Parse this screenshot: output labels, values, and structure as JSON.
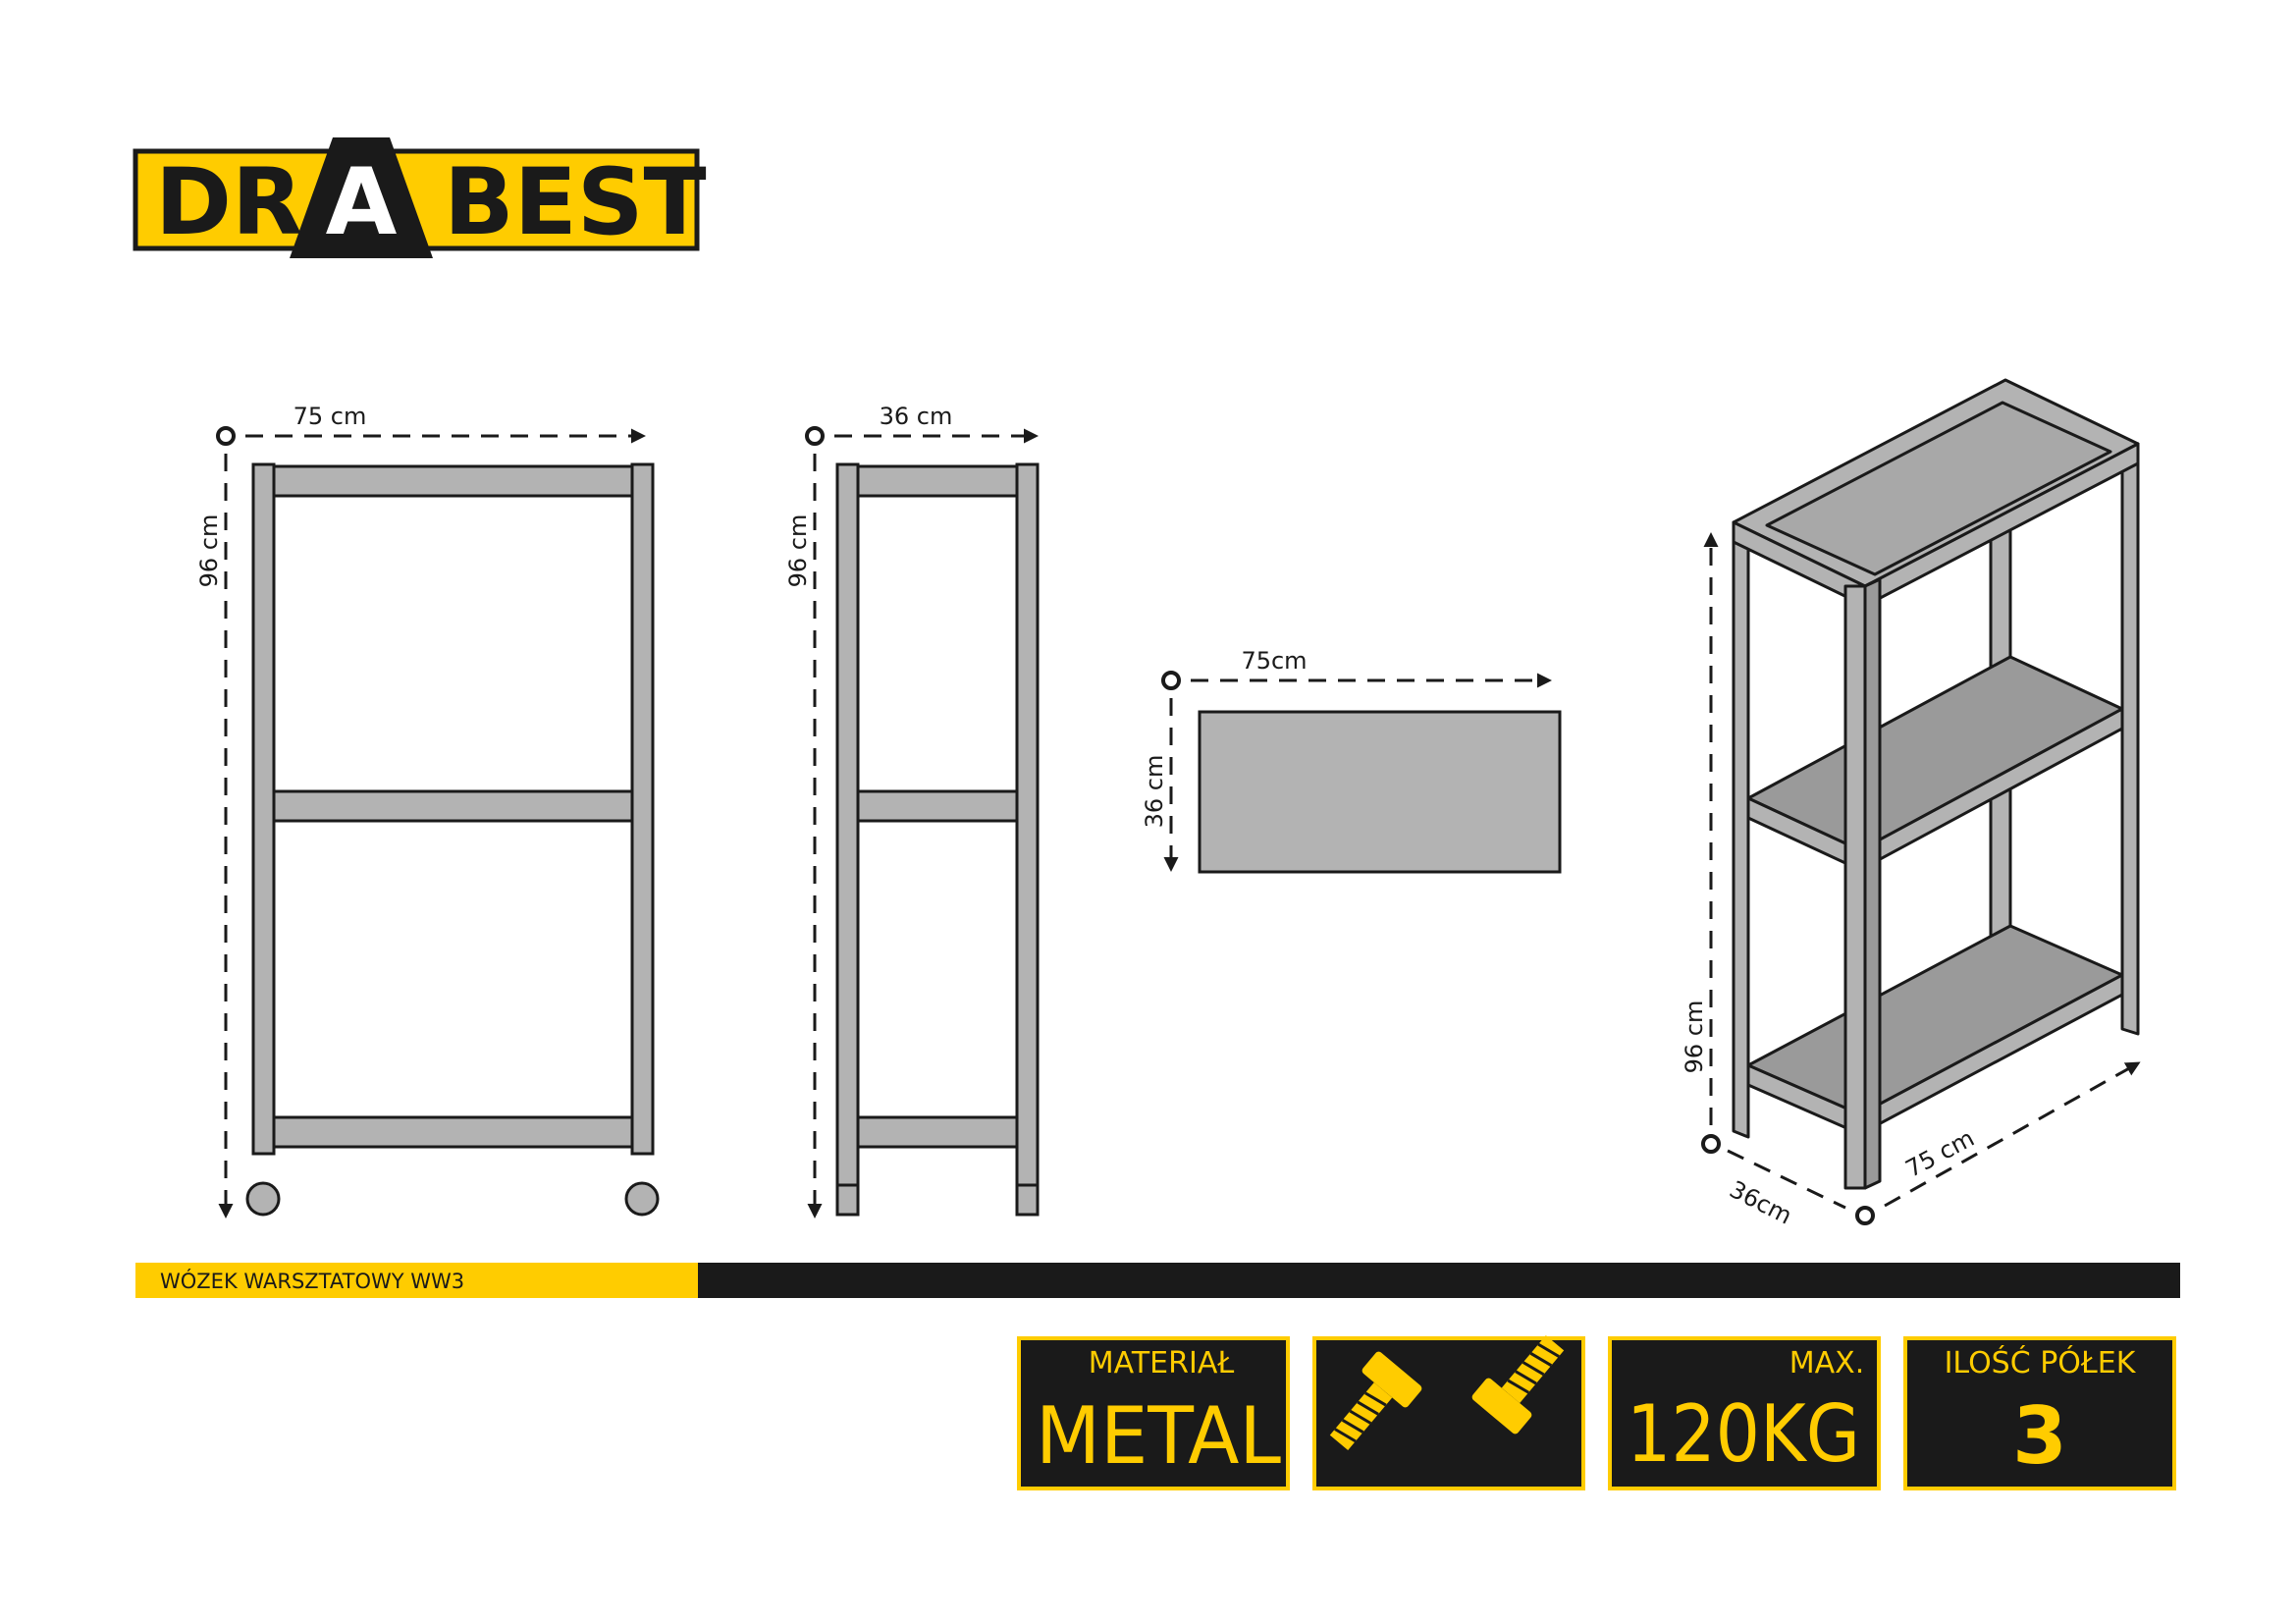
{
  "brand": {
    "left": "DR",
    "middle": "A",
    "right": "BEST",
    "yellow": "#FFCC00",
    "dark": "#1a1a1a"
  },
  "colors": {
    "part_fill": "#b3b3b3",
    "part_stroke": "#1a1a1a",
    "shelf_dark": "#9a9a9a"
  },
  "front_view": {
    "width_label": "75 cm",
    "height_label": "96 cm"
  },
  "side_view": {
    "width_label": "36 cm",
    "height_label": "96 cm"
  },
  "top_view": {
    "width_label": "75cm",
    "depth_label": "36 cm"
  },
  "iso_view": {
    "height_label": "96 cm",
    "depth_label": "36cm",
    "width_label": "75 cm"
  },
  "product_name": "WÓZEK WARSZTATOWY WW3",
  "specs": {
    "material_label": "MATERIAŁ",
    "material_value": "METAL",
    "fasteners_icon": "bolts-icon",
    "load_label": "MAX.",
    "load_value": "120KG",
    "shelves_label": "ILOŚĆ PÓŁEK",
    "shelves_value": "3"
  }
}
